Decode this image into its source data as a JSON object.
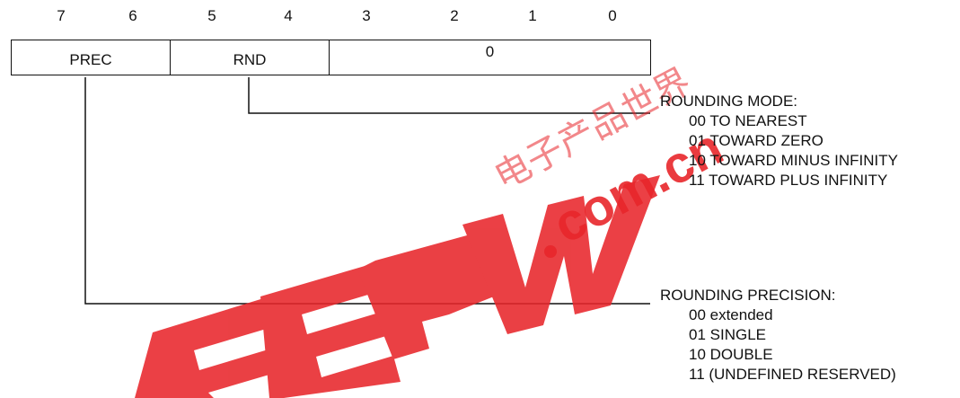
{
  "bit_numbers": [
    "7",
    "6",
    "5",
    "4",
    "3",
    "2",
    "1",
    "0"
  ],
  "fields": {
    "prec": "PREC",
    "rnd": "RND",
    "reserved": "0"
  },
  "rounding_mode": {
    "heading": "ROUNDING MODE:",
    "options": [
      "00 TO NEAREST",
      "01 TOWARD ZERO",
      "10 TOWARD MINUS INFINITY",
      "11 TOWARD PLUS INFINITY"
    ]
  },
  "rounding_precision": {
    "heading": "ROUNDING PRECISION:",
    "options": [
      "00 extended",
      "01 SINGLE",
      "10 DOUBLE",
      "11 (UNDEFINED RESERVED)"
    ]
  },
  "watermark": {
    "logo_text": "EEPW",
    "domain_text": ".com.cn",
    "cjk_text": "电子产品世界",
    "color": "#e8262b"
  },
  "colors": {
    "line": "#111111"
  }
}
